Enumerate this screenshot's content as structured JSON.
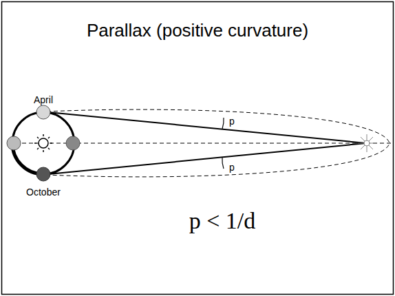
{
  "diagram": {
    "title": "Parallax (positive curvature)",
    "labels": [
      "April",
      "p",
      "p",
      "October",
      "p < 1/d"
    ]
  }
}
